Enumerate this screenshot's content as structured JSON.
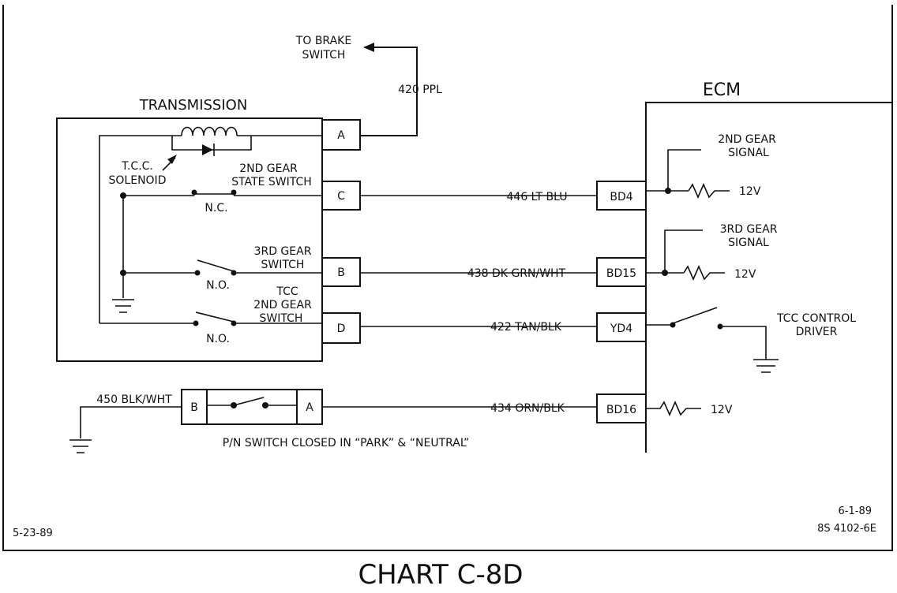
{
  "chart_title": "CHART C-8D",
  "date_left": "5-23-89",
  "date_right": "6-1-89",
  "doc_number": "8S 4102-6E",
  "brake_switch": {
    "line1": "TO BRAKE",
    "line2": "SWITCH"
  },
  "transmission": {
    "title": "TRANSMISSION",
    "solenoid": {
      "line1": "T.C.C.",
      "line2": "SOLENOID"
    },
    "switch_2nd_state": {
      "line1": "2ND GEAR",
      "line2": "STATE SWITCH",
      "state": "N.C."
    },
    "switch_3rd": {
      "line1": "3RD GEAR",
      "line2": "SWITCH",
      "state": "N.O."
    },
    "switch_tcc_2nd": {
      "line1": "TCC",
      "line2": "2ND GEAR",
      "line3": "SWITCH",
      "state": "N.O."
    },
    "pins": [
      "A",
      "C",
      "B",
      "D"
    ]
  },
  "wires": {
    "w420": "420 PPL",
    "w446": "446 LT BLU",
    "w438": "438 DK GRN/WHT",
    "w422": "422 TAN/BLK",
    "w434": "434 ORN/BLK",
    "w450": "450 BLK/WHT"
  },
  "ecm": {
    "title": "ECM",
    "terminals": [
      "BD4",
      "BD15",
      "YD4",
      "BD16"
    ],
    "signal_2nd": {
      "line1": "2ND GEAR",
      "line2": "SIGNAL"
    },
    "signal_3rd": {
      "line1": "3RD GEAR",
      "line2": "SIGNAL"
    },
    "tcc_driver": {
      "line1": "TCC CONTROL",
      "line2": "DRIVER"
    },
    "voltage": "12V"
  },
  "pn_switch": {
    "pin_b": "B",
    "pin_a": "A",
    "caption": "P/N SWITCH CLOSED IN “PARK” & “NEUTRAL”"
  }
}
